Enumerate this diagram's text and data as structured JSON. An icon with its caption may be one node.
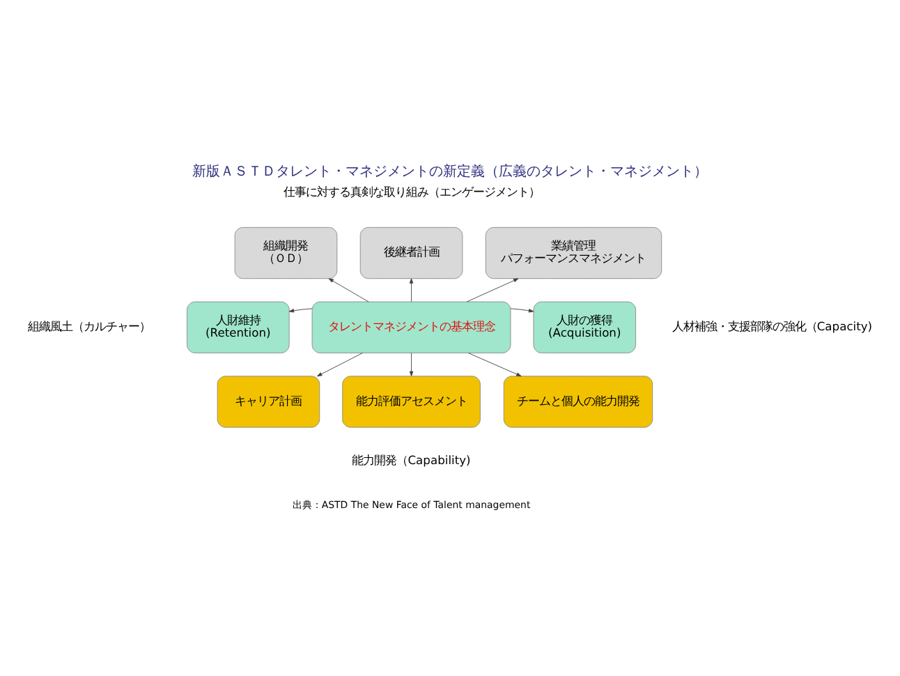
{
  "diagram": {
    "title": "新版ＡＳＴＤタレント・マネジメントの新定義（広義のタレント・マネジメント）",
    "nodes": [
      {
        "text": [
          "組織開発",
          "（ＯＤ）"
        ]
      },
      {
        "text": [
          "後継者計画"
        ]
      },
      {
        "text": [
          "業績管理",
          "パフォーマンスマネジメント"
        ]
      },
      {
        "text": [
          "人財維持",
          "(Retention)"
        ]
      },
      {
        "text": [
          "タレントマネジメントの基本理念"
        ]
      },
      {
        "text": [
          "人財の獲得",
          "(Acquisition)"
        ]
      },
      {
        "text": [
          "キャリア計画"
        ]
      },
      {
        "text": [
          "能力評価アセスメント"
        ]
      },
      {
        "text": [
          "チームと個人の能力開発"
        ]
      }
    ],
    "edges": [
      {
        "from": 4,
        "to": 0,
        "arrow": "to"
      },
      {
        "from": 4,
        "to": 1,
        "arrow": "to"
      },
      {
        "from": 4,
        "to": 2,
        "arrow": "to"
      },
      {
        "from": 4,
        "to": 3,
        "arrow": "to"
      },
      {
        "from": 4,
        "to": 5,
        "arrow": "to"
      },
      {
        "from": 4,
        "to": 6,
        "arrow": "to"
      },
      {
        "from": 4,
        "to": 7,
        "arrow": "to"
      },
      {
        "from": 4,
        "to": 8,
        "arrow": "to"
      }
    ],
    "labels": [
      "仕事に対する真剣な取り組み（エンゲージメント）",
      "組織風土（カルチャー）",
      "人材補強・支援部隊の強化（Capacity)",
      "能力開発（Capability)",
      "出典：ASTD The New Face of Talent management"
    ]
  }
}
